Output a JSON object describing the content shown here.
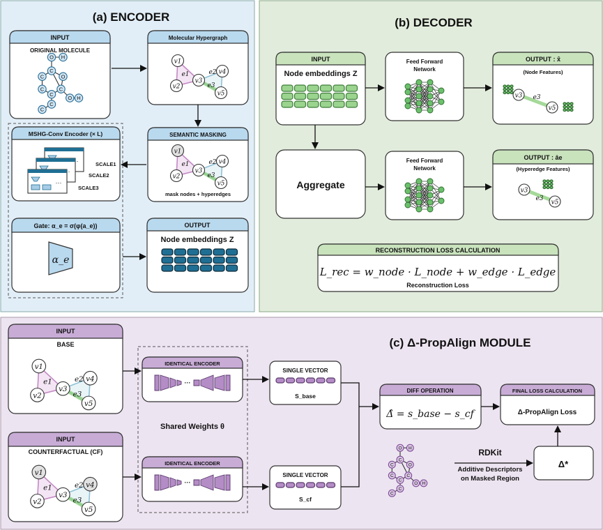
{
  "encoder": {
    "title": "(a) ENCODER",
    "input": {
      "header": "INPUT",
      "label": "ORIGINAL MOLECULE",
      "atoms": [
        "O",
        "H",
        "C",
        "C",
        "O",
        "C",
        "C",
        "C",
        "C",
        "C",
        "O",
        "H"
      ]
    },
    "hypergraph": {
      "header": "Molecular Hypergraph"
    },
    "mshg": {
      "header": "MSHG-Conv Encoder (× L)",
      "scales": [
        "SCALE1",
        "SCALE2",
        "SCALE3"
      ]
    },
    "masking": {
      "header": "SEMANTIC MASKING",
      "caption": "mask nodes + hyperedges"
    },
    "gate": {
      "header": "Gate: α_e = σ(φ(a_e))",
      "symbol": "α_e"
    },
    "output": {
      "header": "OUTPUT",
      "label": "Node embeddings Z"
    }
  },
  "decoder": {
    "title": "(b) DECODER",
    "input": {
      "header": "INPUT",
      "label": "Node embeddings Z"
    },
    "ffn": [
      "Feed Forward Network",
      "Feed Forward Network"
    ],
    "output_node": {
      "header": "OUTPUT : x̂",
      "label": "(Node Features)"
    },
    "aggregate": "Aggregate",
    "output_edge": {
      "header": "OUTPUT : âe",
      "label": "(Hyperedge Features)"
    },
    "loss": {
      "header": "RECONSTRUCTION LOSS CALCULATION",
      "formula": "L_rec = w_node · L_node + w_edge · L_edge",
      "caption": "Reconstruction Loss"
    }
  },
  "propalign": {
    "title": "(c) Δ-PropAlign MODULE",
    "input_base": {
      "header": "INPUT",
      "label": "BASE"
    },
    "input_cf": {
      "header": "INPUT",
      "label": "COUNTERFACTUAL (CF)"
    },
    "encoder_label": "IDENTICAL ENCODER",
    "shared": "Shared Weights θ",
    "vector_label": "SINGLE VECTOR",
    "s_base": "S_base",
    "s_cf": "S_cf",
    "diff": {
      "header": "DIFF OPERATION",
      "formula": "Δ̂ = s_base − s_cf"
    },
    "final": {
      "header": "FINAL LOSS CALCULATION",
      "label": "Δ-PropAlign Loss"
    },
    "rdkit": "RDKit",
    "descriptors": [
      "Additive Descriptors",
      "on Masked Region"
    ],
    "delta_star": "Δ*",
    "atoms": [
      "O",
      "H",
      "C",
      "C",
      "O",
      "C",
      "C",
      "C",
      "C",
      "C",
      "O",
      "H"
    ]
  },
  "hyper_labels": {
    "v1": "v1",
    "v2": "v2",
    "v3": "v3",
    "v4": "v4",
    "v5": "v5",
    "e1": "e1",
    "e2": "e2",
    "e3": "e3"
  },
  "colors": {
    "encoder_bg": "#e2eef7",
    "decoder_bg": "#e2ecdc",
    "align_bg": "#ede4f1",
    "blue_header": "#b9d9ee",
    "green_header": "#c9e3bd",
    "purple_header": "#c8acd6",
    "dark_blue": "#1a6d93",
    "green_node": "#6cc06c",
    "purple_node": "#a981bd"
  }
}
